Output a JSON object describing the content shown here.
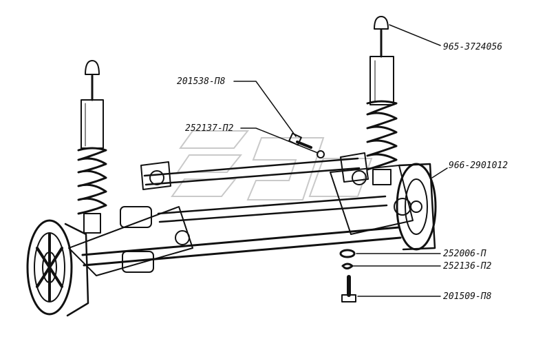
{
  "labels": [
    {
      "id": "top-cap",
      "text": "965-3724056"
    },
    {
      "id": "bolt",
      "text": "201538-П8"
    },
    {
      "id": "nut",
      "text": "252137-П2"
    },
    {
      "id": "axle",
      "text": "966-2901012"
    },
    {
      "id": "washer",
      "text": "252006-П"
    },
    {
      "id": "spring-washer",
      "text": "252136-П2"
    },
    {
      "id": "bottom-bolt",
      "text": "201509-П8"
    }
  ],
  "colors": {
    "ink": "#111111",
    "paper": "#ffffff",
    "watermark": "#c9c9c9"
  }
}
